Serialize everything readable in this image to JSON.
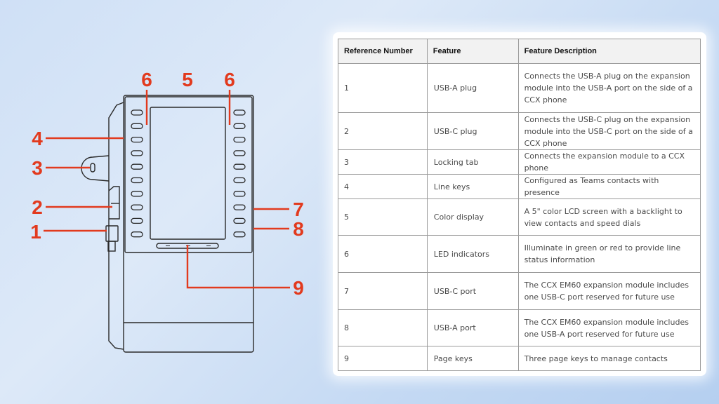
{
  "callouts": [
    "6",
    "5",
    "6",
    "4",
    "3",
    "2",
    "1",
    "7",
    "8",
    "9"
  ],
  "colors": {
    "callout": "#e23a1e",
    "device_line": "#2a2a2a"
  },
  "table": {
    "headers": [
      "Reference Number",
      "Feature",
      "Feature Description"
    ],
    "rows": [
      {
        "ref": "1",
        "feature": "USB-A plug",
        "description": "Connects the USB-A plug on the expansion module into the USB-A port on the side of a CCX phone"
      },
      {
        "ref": "2",
        "feature": "USB-C plug",
        "description": "Connects the USB-C plug on the expansion module into the USB-C port on the side of a CCX phone"
      },
      {
        "ref": "3",
        "feature": "Locking tab",
        "description": "Connects the expansion module to a CCX phone"
      },
      {
        "ref": "4",
        "feature": "Line keys",
        "description": "Configured as Teams contacts with presence"
      },
      {
        "ref": "5",
        "feature": "Color display",
        "description": "A 5\" color LCD screen with a backlight to view contacts and speed dials"
      },
      {
        "ref": "6",
        "feature": "LED indicators",
        "description": "Illuminate in green or red to provide line status information"
      },
      {
        "ref": "7",
        "feature": "USB-C port",
        "description": "The CCX EM60 expansion module includes one USB-C port reserved for future use"
      },
      {
        "ref": "8",
        "feature": "USB-A port",
        "description": "The CCX EM60 expansion module includes one USB-A port reserved for future use"
      },
      {
        "ref": "9",
        "feature": "Page keys",
        "description": "Three page keys to manage contacts"
      }
    ]
  }
}
